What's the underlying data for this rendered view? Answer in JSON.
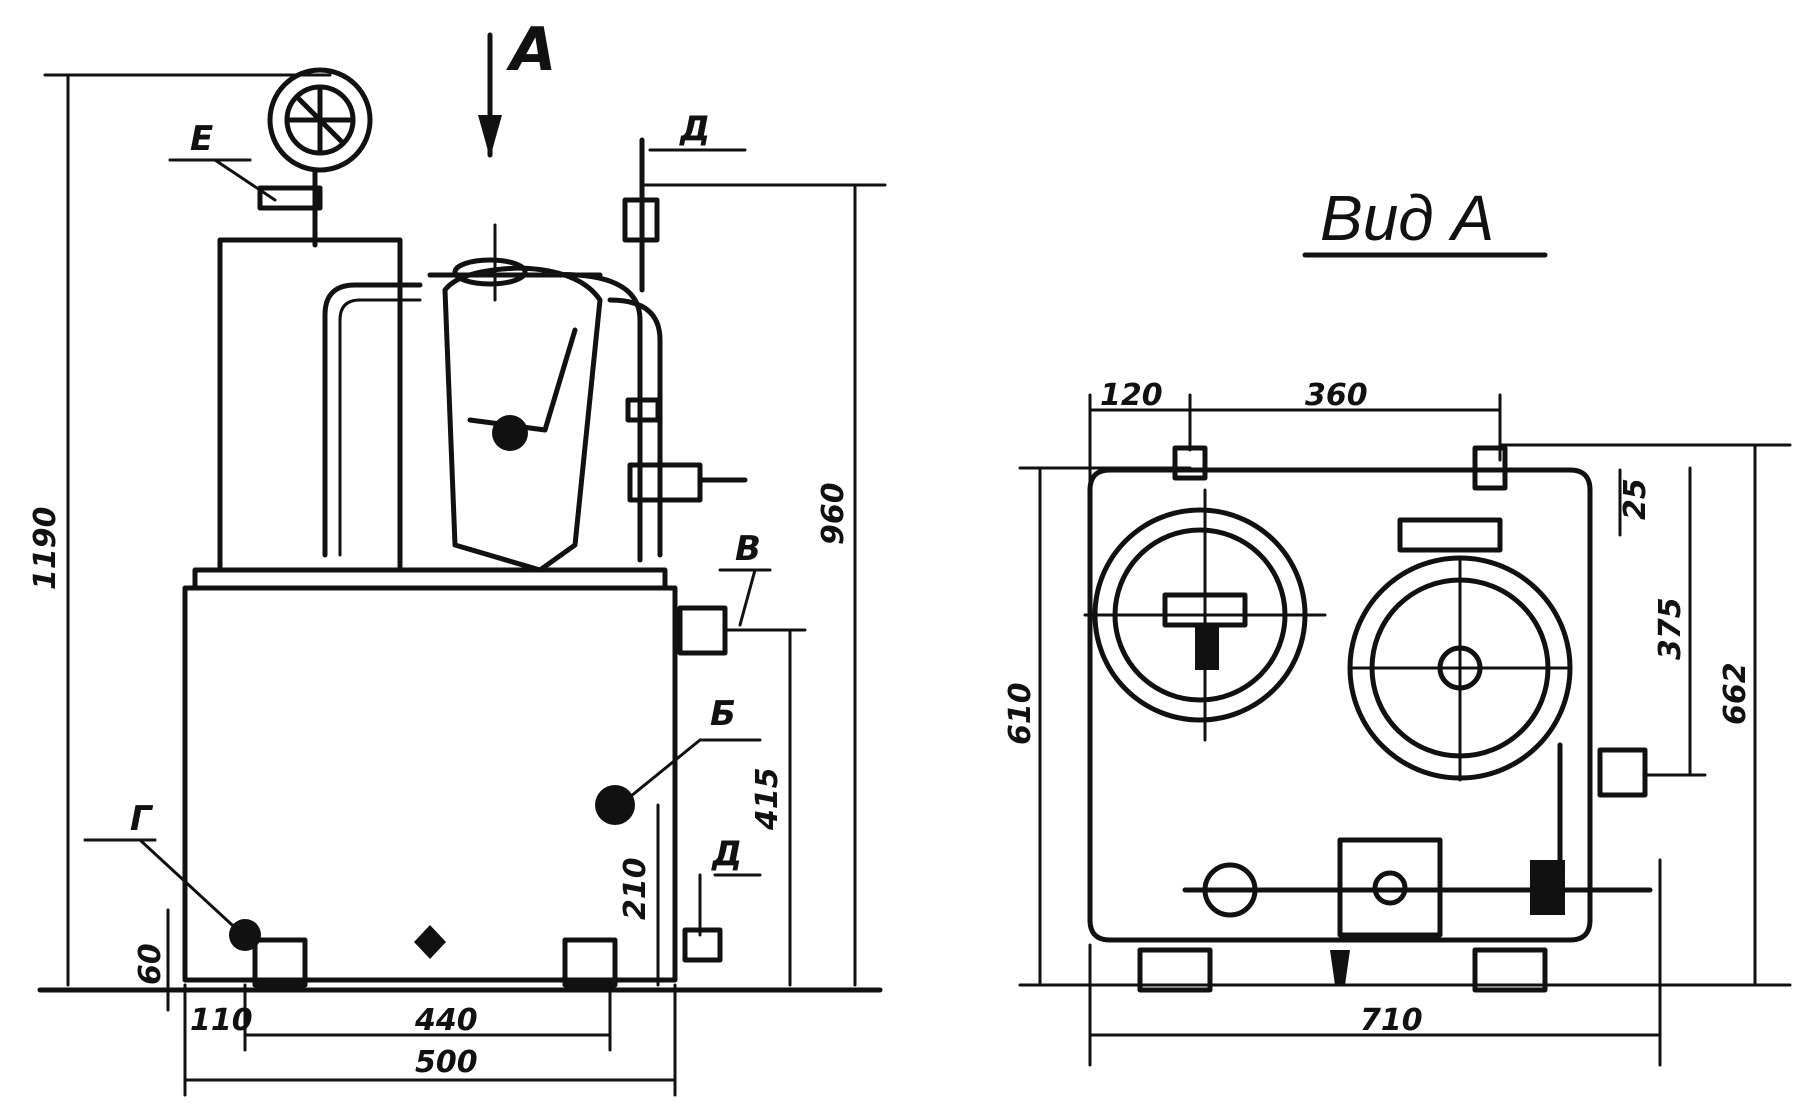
{
  "view_title": "Вид А",
  "view_arrow_label": "А",
  "labels": {
    "b": "Б",
    "v": "В",
    "g": "Г",
    "d_top": "Д",
    "d_bottom": "Д",
    "e": "Е"
  },
  "front_view_dims": {
    "overall_height": "1190",
    "height_to_outlet": "960",
    "height_to_b": "415",
    "height_to_v": "210",
    "base_offset": "60",
    "left_offset": "110",
    "bolt_spacing": "440",
    "base_width": "500"
  },
  "top_view_dims": {
    "left_offset": "120",
    "spacing": "360",
    "small_offset": "25",
    "inner_depth": "375",
    "depth": "610",
    "overall_depth": "662",
    "width": "710"
  }
}
